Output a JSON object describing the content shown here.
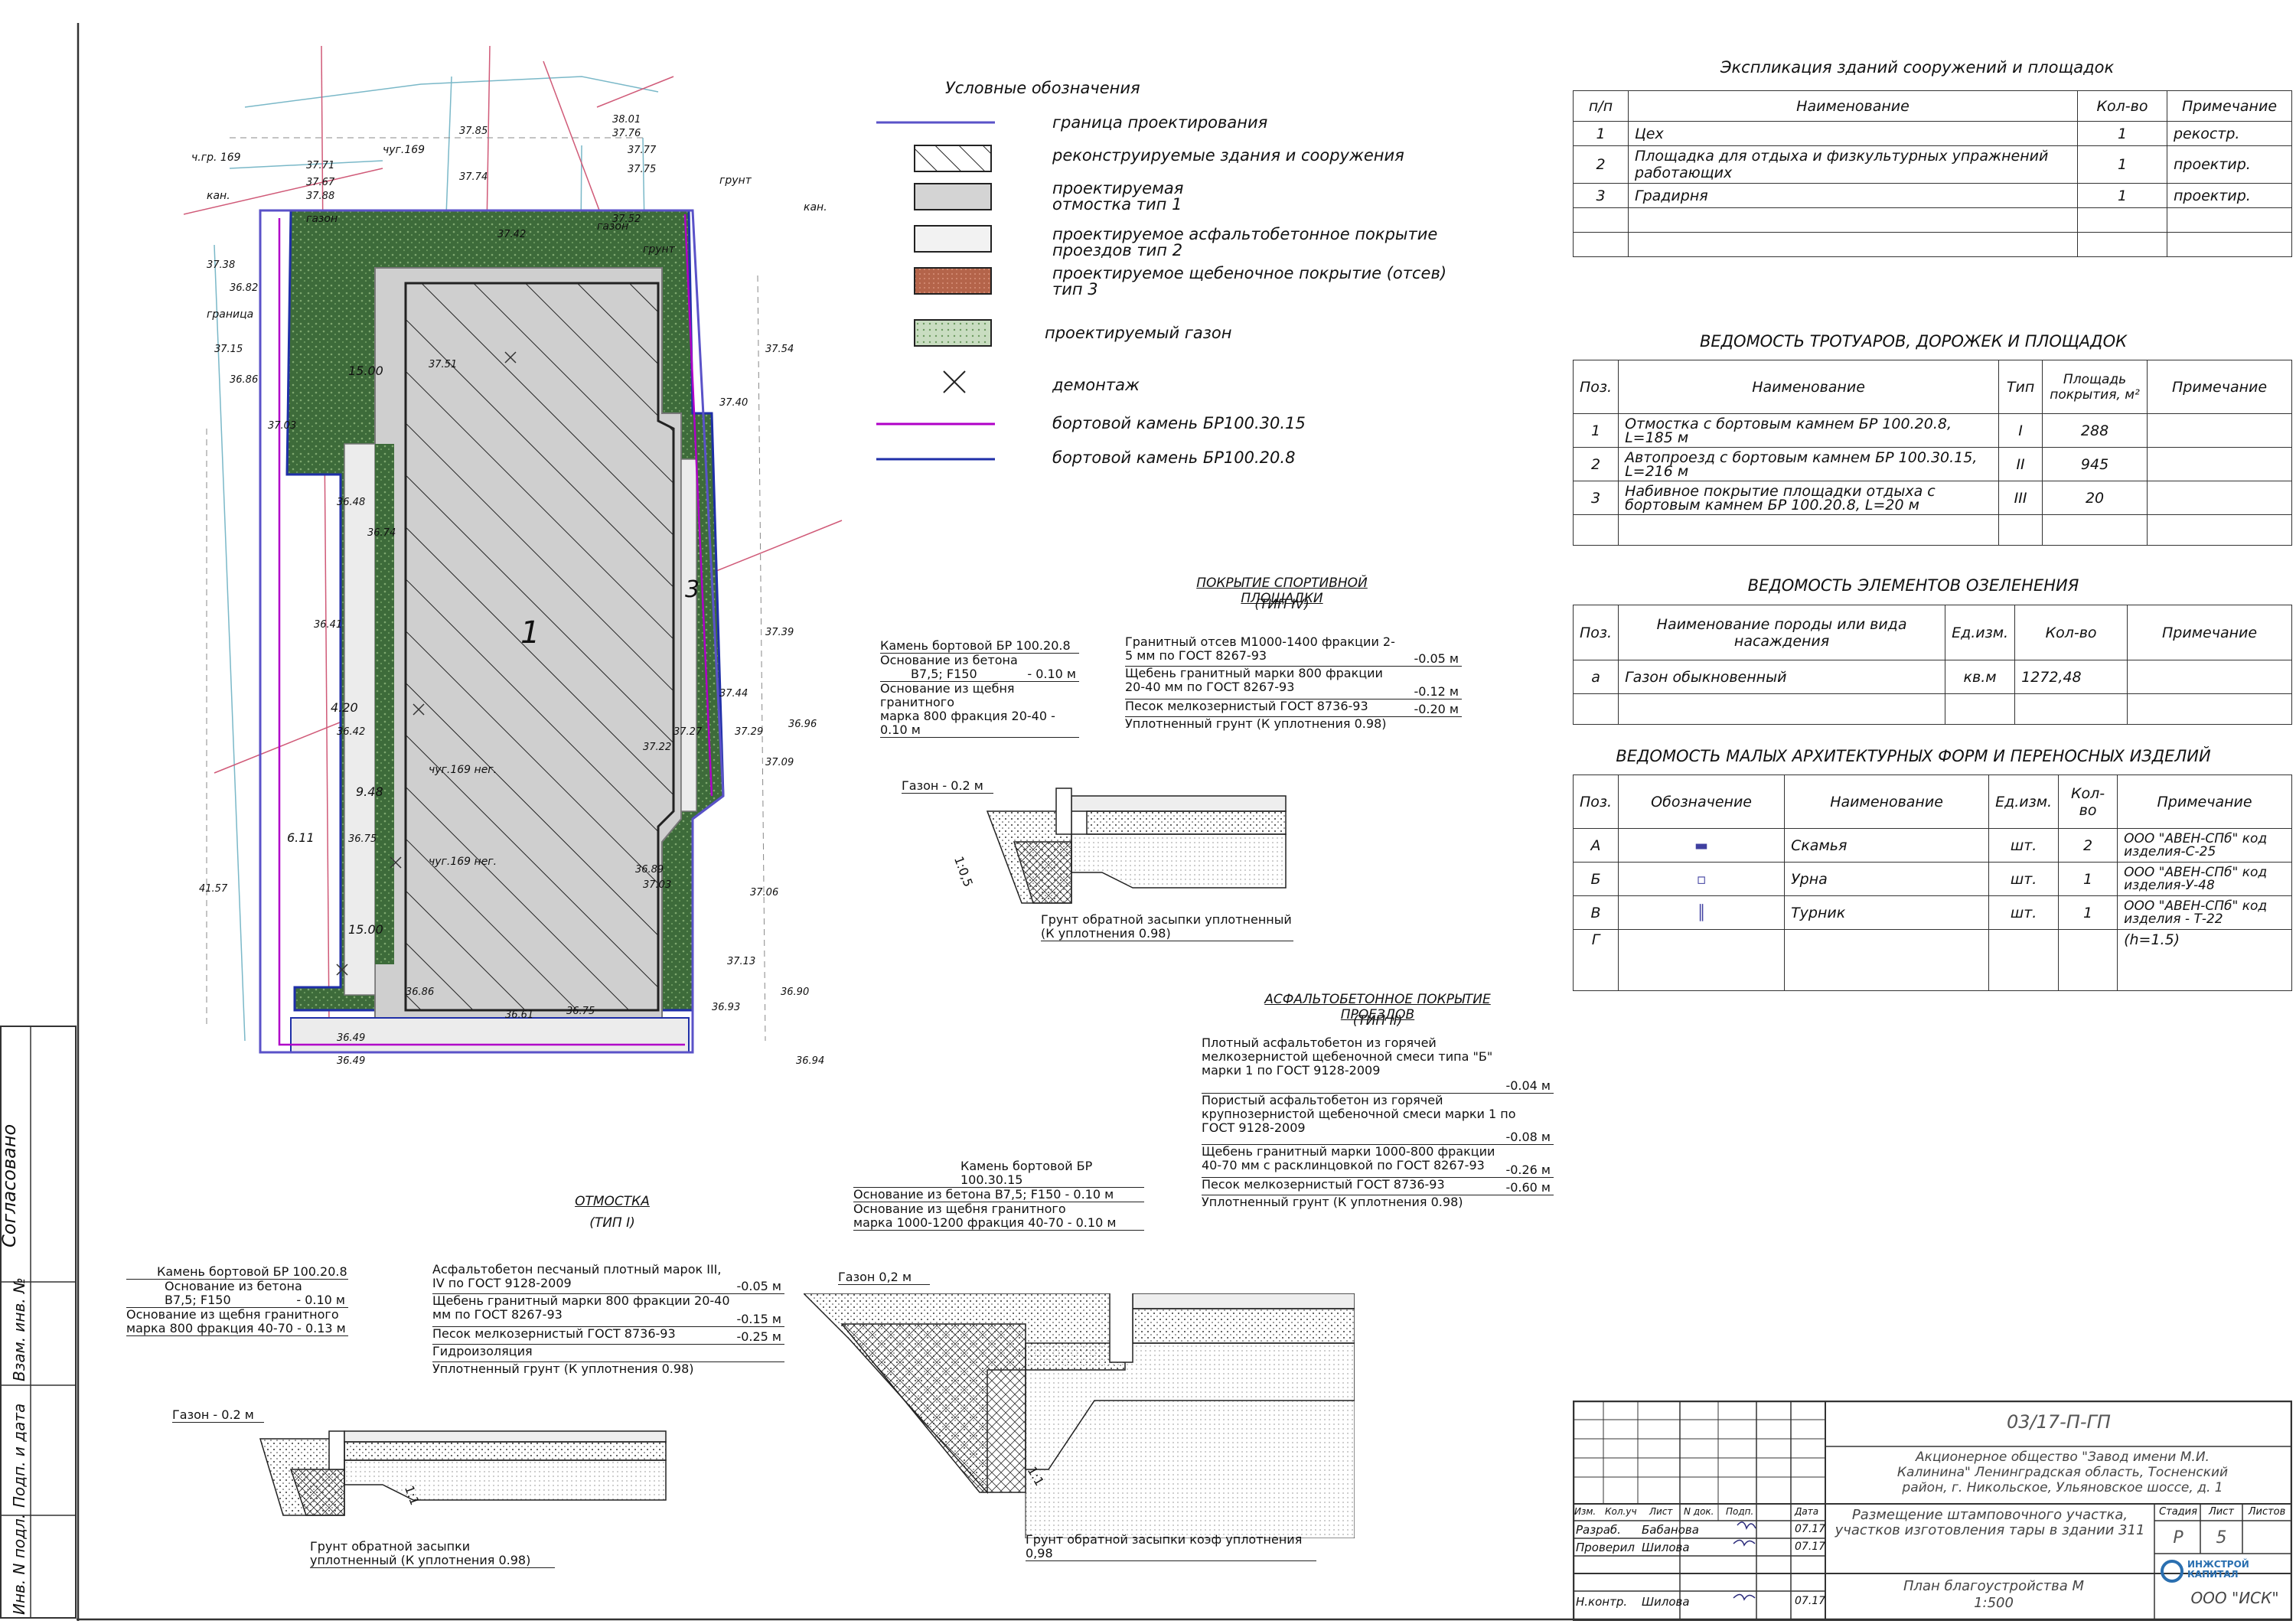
{
  "legend": {
    "title": "Условные обозначения",
    "items": [
      {
        "label": "граница проектирования",
        "kind": "line",
        "color": "#5a52c8"
      },
      {
        "label": "реконструируемые здания и сооружения",
        "kind": "hatch"
      },
      {
        "label": "проектируемая отмостка тип 1",
        "kind": "grey"
      },
      {
        "label": "проектируемое асфальтобетонное покрытие проездов тип 2",
        "kind": "light"
      },
      {
        "label": "проектируемое щебеночное покрытие (отсев) тип 3",
        "kind": "brown"
      },
      {
        "label": "проектируемый газон",
        "kind": "green"
      },
      {
        "label": "демонтаж",
        "kind": "cross"
      },
      {
        "label": "бортовой камень БР100.30.15",
        "kind": "line",
        "color": "#b000c8"
      },
      {
        "label": "бортовой камень БР100.20.8",
        "kind": "line",
        "color": "#1f2fa8"
      }
    ]
  },
  "explication": {
    "title": "Экспликация зданий сооружений и площадок",
    "headers": [
      "п/п",
      "Наименование",
      "Кол-во",
      "Примечание"
    ],
    "rows": [
      [
        "1",
        "Цех",
        "1",
        "рекостр."
      ],
      [
        "2",
        "Площадка для отдыха и физкультурных упражнений работающих",
        "1",
        "проектир."
      ],
      [
        "3",
        "Градирня",
        "1",
        "проектир."
      ]
    ]
  },
  "sidewalks": {
    "title": "ВЕДОМОСТЬ ТРОТУАРОВ, ДОРОЖЕК И ПЛОЩАДОК",
    "headers": [
      "Поз.",
      "Наименование",
      "Тип",
      "Площадь покрытия, м²",
      "Примечание"
    ],
    "rows": [
      [
        "1",
        "Отмостка с бортовым камнем БР 100.20.8, L=185 м",
        "I",
        "288",
        ""
      ],
      [
        "2",
        "Автопроезд с бортовым камнем БР 100.30.15, L=216 м",
        "II",
        "945",
        ""
      ],
      [
        "3",
        "Набивное покрытие площадки отдыха с бортовым камнем БР 100.20.8, L=20 м",
        "III",
        "20",
        ""
      ]
    ]
  },
  "greenery": {
    "title": "ВЕДОМОСТЬ ЭЛЕМЕНТОВ ОЗЕЛЕНЕНИЯ",
    "headers": [
      "Поз.",
      "Наименование породы или вида насаждения",
      "Ед.изм.",
      "Кол-во",
      "Примечание"
    ],
    "rows": [
      [
        "а",
        "Газон обыкновенный",
        "кв.м",
        "1272,48",
        ""
      ]
    ]
  },
  "maf": {
    "title": "ВЕДОМОСТЬ МАЛЫХ АРХИТЕКТУРНЫХ ФОРМ И ПЕРЕНОСНЫХ ИЗДЕЛИЙ",
    "headers": [
      "Поз.",
      "Обозначение",
      "Наименование",
      "Ед.изм.",
      "Кол-во",
      "Примечание"
    ],
    "rows": [
      [
        "А",
        "▬",
        "Скамья",
        "шт.",
        "2",
        "ООО \"АВЕН-СПб\" код изделия-С-25"
      ],
      [
        "Б",
        "▫",
        "Урна",
        "шт.",
        "1",
        "ООО \"АВЕН-СПб\" код изделия-У-48"
      ],
      [
        "В",
        "║",
        "Турник",
        "шт.",
        "1",
        "ООО \"АВЕН-СПб\" код изделия - Т-22"
      ],
      [
        "Г",
        "",
        "",
        "",
        "",
        "(h=1.5)"
      ]
    ]
  },
  "sections": {
    "sport": {
      "title": "ПОКРЫТИЕ СПОРТИВНОЙ ПЛОЩАДКИ",
      "type": "(ТИП IV)",
      "left": [
        {
          "t": "Камень бортовой БР 100.20.8"
        },
        {
          "t": "Основание из бетона"
        },
        {
          "t": "В7,5; F150",
          "v": "- 0.10 м"
        },
        {
          "t": "Основание из щебня гранитного"
        },
        {
          "t": "марка 800 фракция 20-40 - 0.10 м"
        }
      ],
      "right": [
        {
          "t": "Гранитный отсев М1000-1400 фракции 2-5 мм по ГОСТ 8267-93",
          "v": "-0.05 м"
        },
        {
          "t": "Щебень гранитный марки 800 фракции 20-40 мм по ГОСТ 8267-93",
          "v": "-0.12 м"
        },
        {
          "t": "Песок мелкозернистый ГОСТ 8736-93",
          "v": "-0.20 м"
        },
        {
          "t": "Уплотненный грунт (К уплотнения 0.98)"
        }
      ],
      "lawn": "Газон - 0.2 м",
      "bottom": "Грунт обратной засыпки уплотненный (К уплотнения 0.98)",
      "slope": "1:0,5"
    },
    "asphalt": {
      "title": "АСФАЛЬТОБЕТОННОЕ ПОКРЫТИЕ ПРОЕЗДОВ",
      "type": "(ТИП II)",
      "left": [
        {
          "t": "Камень бортовой БР 100.30.15"
        },
        {
          "t": "Основание из бетона В7,5; F150 - 0.10 м"
        },
        {
          "t": "Основание из щебня гранитного"
        },
        {
          "t": "марка 1000-1200 фракция 40-70 - 0.10 м"
        }
      ],
      "right": [
        {
          "t": "Плотный асфальтобетон из горячей мелкозернистой щебеночной смеси типа \"Б\" марки 1 по ГОСТ 9128-2009",
          "v": "-0.04 м"
        },
        {
          "t": "Пористый асфальтобетон из горячей крупнозернистой щебеночной смеси марки 1 по ГОСТ 9128-2009",
          "v": "-0.08 м"
        },
        {
          "t": "Щебень гранитный марки 1000-800 фракции 40-70 мм с расклинцовкой по ГОСТ 8267-93",
          "v": "-0.26 м"
        },
        {
          "t": "Песок мелкозернистый ГОСТ 8736-93",
          "v": "-0.60 м"
        },
        {
          "t": "Уплотненный грунт (К уплотнения 0.98)"
        }
      ],
      "lawn": "Газон 0,2 м",
      "bottom": "Грунт обратной засыпки коэф уплотнения 0,98",
      "slope": "1:1"
    },
    "otmostka": {
      "title": "ОТМОСТКА",
      "type": "(ТИП I)",
      "left": [
        {
          "t": "Камень бортовой БР 100.20.8"
        },
        {
          "t": "Основание из бетона"
        },
        {
          "t": "В7,5; F150",
          "v": "- 0.10 м"
        },
        {
          "t": "Основание из щебня гранитного"
        },
        {
          "t": "марка 800 фракция 40-70 - 0.13 м"
        }
      ],
      "right": [
        {
          "t": "Асфальтобетон песчаный плотный марок III, IV по ГОСТ 9128-2009",
          "v": "-0.05 м"
        },
        {
          "t": "Щебень гранитный марки 800 фракции 20-40 мм по ГОСТ 8267-93",
          "v": "-0.15 м"
        },
        {
          "t": "Песок мелкозернистый ГОСТ 8736-93",
          "v": "-0.25 м"
        },
        {
          "t": "Гидроизоляция"
        },
        {
          "t": "Уплотненный грунт (К уплотнения 0.98)"
        }
      ],
      "lawn": "Газон - 0.2 м",
      "bottom": "Грунт обратной засыпки уплотненный (К уплотнения 0.98)",
      "slope": "1:1"
    }
  },
  "stamp": {
    "code": "03/17-П-ГП",
    "org": "Акционерное общество \"Завод имени М.И. Калинина\" Ленинградская область, Тосненский район, г. Никольское, Ульяновское шоссе, д. 1",
    "title": "Размещение штамповочного участка, участков изготовления тары в здании 311",
    "sheet_title": "План благоустройства М 1:500",
    "headers": [
      "Изм.",
      "Кол.уч",
      "Лист",
      "N док.",
      "Подп.",
      "Дата"
    ],
    "people": [
      {
        "role": "Разраб.",
        "name": "Бабанова",
        "date": "07.17"
      },
      {
        "role": "Проверил",
        "name": "Шилова",
        "date": "07.17"
      },
      {
        "role": "Н.контр.",
        "name": "Шилова",
        "date": "07.17"
      }
    ],
    "stage_h": "Стадия",
    "sheet_h": "Лист",
    "sheets_h": "Листов",
    "stage": "Р",
    "sheet": "5",
    "company": "ООО \"ИСК\"",
    "logo": "ИНЖСТРОЙ КАПИТАЛ"
  },
  "side_stamp": [
    "Согласовано",
    "Взам. инв. №",
    "Подп. и дата",
    "Инв. N подл."
  ],
  "plan": {
    "building_labels": [
      "1",
      "3"
    ],
    "marks": [
      "37.85",
      "37.71",
      "37.67",
      "37.88",
      "38.01",
      "37.76",
      "37.77",
      "37.74",
      "37.75",
      "37.38",
      "36.82",
      "37.15",
      "36.86",
      "37.03",
      "37.52",
      "37.51",
      "37.42",
      "37.22",
      "37.27",
      "36.93",
      "37.13",
      "37.03",
      "37.06",
      "36.74",
      "36.48",
      "36.42",
      "36.75",
      "36.41",
      "36.86",
      "36.61",
      "36.75",
      "36.49",
      "36.89",
      "37.39",
      "37.54",
      "37.40",
      "37.44",
      "37.29",
      "37.09",
      "36.96",
      "36.90",
      "36.94",
      "41.57",
      "36.49",
      "4.20",
      "9.48",
      "15.00",
      "15.00",
      "6.11"
    ],
    "notes": [
      "ч.гр. 169",
      "чуг.169",
      "чуг.169 нег.",
      "чуг.169 нег.",
      "грунт",
      "грунт",
      "граница",
      "кан.",
      "кан.",
      "газон",
      "газон"
    ]
  }
}
